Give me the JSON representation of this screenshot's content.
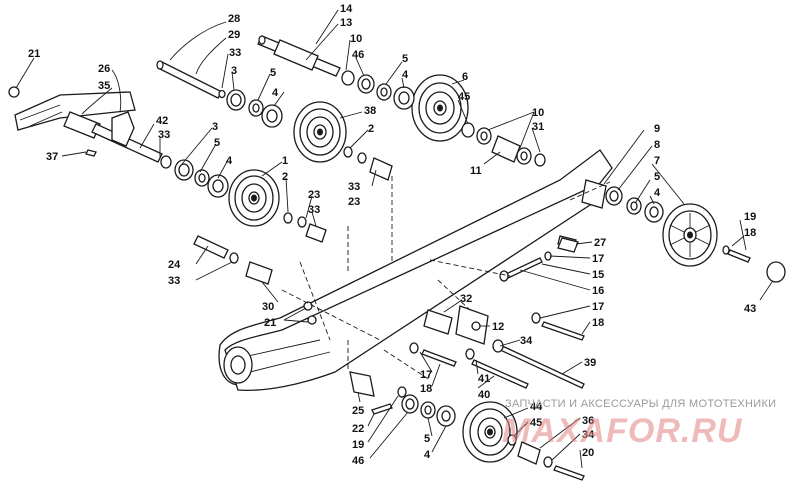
{
  "figure": {
    "callouts": [
      "1",
      "2",
      "3",
      "4",
      "5",
      "6",
      "7",
      "8",
      "9",
      "10",
      "11",
      "12",
      "13",
      "14",
      "15",
      "16",
      "17",
      "18",
      "19",
      "20",
      "21",
      "22",
      "23",
      "24",
      "25",
      "26",
      "27",
      "28",
      "29",
      "30",
      "31",
      "32",
      "33",
      "34",
      "35",
      "36",
      "37",
      "38",
      "39",
      "40",
      "41",
      "42",
      "43",
      "44",
      "45",
      "46"
    ]
  },
  "watermark": {
    "caption": "ЗАПЧАСТИ И АКСЕССУАРЫ ДЛЯ МОТОТЕХНИКИ",
    "logo": "MAXAFOR.RU"
  },
  "colors": {
    "ink": "#1a1a1a",
    "paper": "#ffffff",
    "watermark": "#e08282"
  }
}
